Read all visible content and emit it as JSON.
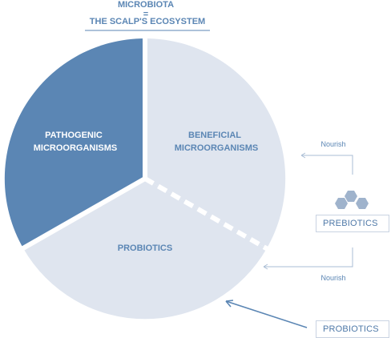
{
  "header": {
    "title_line1": "MICROBIOTA",
    "equals": "=",
    "title_line2": "THE SCALP'S ECOSYSTEM"
  },
  "segments": {
    "pathogenic_line1": "PATHOGENIC",
    "pathogenic_line2": "MICROORGANISMS",
    "beneficial_line1": "BENEFICIAL",
    "beneficial_line2": "MICROORGANISMS",
    "probiotics": "PROBIOTICS"
  },
  "side": {
    "nourish_top": "Nourish",
    "nourish_bottom": "Nourish",
    "prebiotics_box": "PREBIOTICS",
    "probiotics_box": "PROBIOTICS"
  },
  "colors": {
    "pathogenic": "#5b86b4",
    "beneficial": "#dfe5ef",
    "probiotics": "#dfe5ef",
    "label_dark": "#ffffff",
    "label_light": "#5b86b4",
    "arrow_light": "#a9bcd4",
    "arrow_dark": "#5b86b4",
    "hex_fill": "#9fb3cc",
    "hex_fill_dark": "#5b86b4"
  },
  "icons": {
    "prebiotics": "hexagon-cluster-icon",
    "arrow": "arrow-left-icon"
  }
}
